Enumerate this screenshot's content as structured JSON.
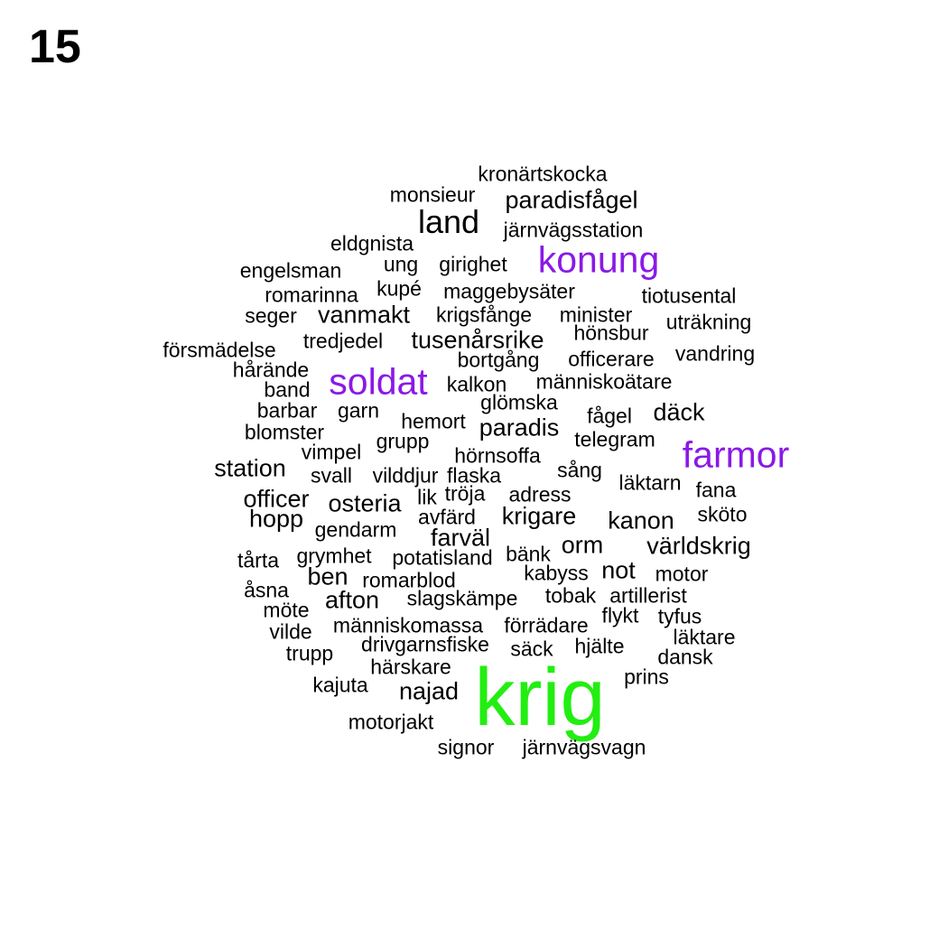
{
  "panel_label": "15",
  "colors": {
    "default": "#000000",
    "emphasis": "#8a19e6",
    "top": "#22ee11"
  },
  "words": [
    {
      "text": "kronärtskocka",
      "tier": 1
    },
    {
      "text": "monsieur",
      "tier": 1
    },
    {
      "text": "paradisfågel",
      "tier": 2
    },
    {
      "text": "land",
      "tier": 3
    },
    {
      "text": "järnvägsstation",
      "tier": 1
    },
    {
      "text": "eldgnista",
      "tier": 1
    },
    {
      "text": "konung",
      "tier": 4
    },
    {
      "text": "ung",
      "tier": 1
    },
    {
      "text": "girighet",
      "tier": 1
    },
    {
      "text": "engelsman",
      "tier": 1
    },
    {
      "text": "romarinna",
      "tier": 1
    },
    {
      "text": "kupé",
      "tier": 1
    },
    {
      "text": "maggebysäter",
      "tier": 1
    },
    {
      "text": "tiotusental",
      "tier": 1
    },
    {
      "text": "seger",
      "tier": 1
    },
    {
      "text": "vanmakt",
      "tier": 2
    },
    {
      "text": "krigsfånge",
      "tier": 1
    },
    {
      "text": "minister",
      "tier": 1
    },
    {
      "text": "uträkning",
      "tier": 1
    },
    {
      "text": "hönsbur",
      "tier": 1
    },
    {
      "text": "försmädelse",
      "tier": 1
    },
    {
      "text": "tredjedel",
      "tier": 1
    },
    {
      "text": "tusenårsrike",
      "tier": 2
    },
    {
      "text": "vandring",
      "tier": 1
    },
    {
      "text": "officerare",
      "tier": 1
    },
    {
      "text": "bortgång",
      "tier": 1
    },
    {
      "text": "hårände",
      "tier": 1
    },
    {
      "text": "soldat",
      "tier": 4
    },
    {
      "text": "människoätare",
      "tier": 1
    },
    {
      "text": "band",
      "tier": 1
    },
    {
      "text": "kalkon",
      "tier": 1
    },
    {
      "text": "glömska",
      "tier": 1
    },
    {
      "text": "barbar",
      "tier": 1
    },
    {
      "text": "garn",
      "tier": 1
    },
    {
      "text": "däck",
      "tier": 2
    },
    {
      "text": "fågel",
      "tier": 1
    },
    {
      "text": "hemort",
      "tier": 1
    },
    {
      "text": "paradis",
      "tier": 2
    },
    {
      "text": "blomster",
      "tier": 1
    },
    {
      "text": "telegram",
      "tier": 1
    },
    {
      "text": "farmor",
      "tier": 4
    },
    {
      "text": "grupp",
      "tier": 1
    },
    {
      "text": "vimpel",
      "tier": 1
    },
    {
      "text": "hörnsoffa",
      "tier": 1
    },
    {
      "text": "station",
      "tier": 2
    },
    {
      "text": "sång",
      "tier": 1
    },
    {
      "text": "svall",
      "tier": 1
    },
    {
      "text": "vilddjur",
      "tier": 1
    },
    {
      "text": "flaska",
      "tier": 1
    },
    {
      "text": "läktarn",
      "tier": 1
    },
    {
      "text": "fana",
      "tier": 1
    },
    {
      "text": "tröja",
      "tier": 1
    },
    {
      "text": "adress",
      "tier": 1
    },
    {
      "text": "officer",
      "tier": 2
    },
    {
      "text": "lik",
      "tier": 1
    },
    {
      "text": "osteria",
      "tier": 2
    },
    {
      "text": "sköto",
      "tier": 1
    },
    {
      "text": "hopp",
      "tier": 2
    },
    {
      "text": "krigare",
      "tier": 2
    },
    {
      "text": "kanon",
      "tier": 2
    },
    {
      "text": "avfärd",
      "tier": 1
    },
    {
      "text": "gendarm",
      "tier": 1
    },
    {
      "text": "farväl",
      "tier": 2
    },
    {
      "text": "orm",
      "tier": 2
    },
    {
      "text": "världskrig",
      "tier": 2
    },
    {
      "text": "tårta",
      "tier": 1
    },
    {
      "text": "grymhet",
      "tier": 1
    },
    {
      "text": "potatisland",
      "tier": 1
    },
    {
      "text": "bänk",
      "tier": 1
    },
    {
      "text": "not",
      "tier": 2
    },
    {
      "text": "ben",
      "tier": 2
    },
    {
      "text": "kabyss",
      "tier": 1
    },
    {
      "text": "motor",
      "tier": 1
    },
    {
      "text": "romarblod",
      "tier": 1
    },
    {
      "text": "åsna",
      "tier": 1
    },
    {
      "text": "tobak",
      "tier": 1
    },
    {
      "text": "artillerist",
      "tier": 1
    },
    {
      "text": "afton",
      "tier": 2
    },
    {
      "text": "slagskämpe",
      "tier": 1
    },
    {
      "text": "möte",
      "tier": 1
    },
    {
      "text": "flykt",
      "tier": 1
    },
    {
      "text": "tyfus",
      "tier": 1
    },
    {
      "text": "människomassa",
      "tier": 1
    },
    {
      "text": "förrädare",
      "tier": 1
    },
    {
      "text": "vilde",
      "tier": 1
    },
    {
      "text": "läktare",
      "tier": 1
    },
    {
      "text": "drivgarnsfiske",
      "tier": 1
    },
    {
      "text": "säck",
      "tier": 1
    },
    {
      "text": "hjälte",
      "tier": 1
    },
    {
      "text": "trupp",
      "tier": 1
    },
    {
      "text": "dansk",
      "tier": 1
    },
    {
      "text": "härskare",
      "tier": 1
    },
    {
      "text": "krig",
      "tier": 5
    },
    {
      "text": "prins",
      "tier": 1
    },
    {
      "text": "kajuta",
      "tier": 1
    },
    {
      "text": "najad",
      "tier": 2
    },
    {
      "text": "motorjakt",
      "tier": 1
    },
    {
      "text": "signor",
      "tier": 1
    },
    {
      "text": "järnvägsvagn",
      "tier": 1
    }
  ]
}
